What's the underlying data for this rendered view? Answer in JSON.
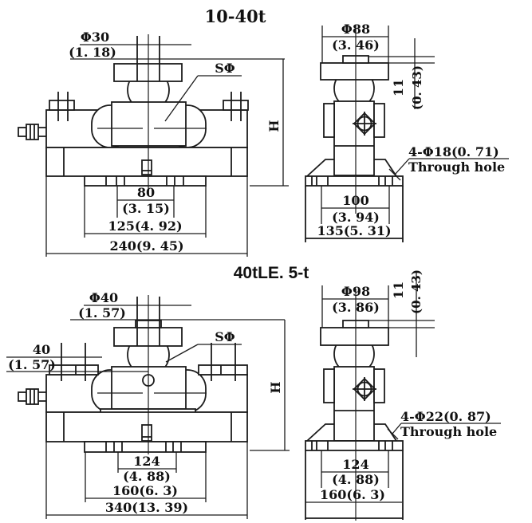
{
  "titles": {
    "top": "10-40t",
    "bottom": "40tLE. 5-t"
  },
  "top_front": {
    "dia": "Φ30",
    "dia_in": "(1. 18)",
    "s_phi": "SΦ",
    "d80": "80",
    "d80_in": "(3. 15)",
    "d125": "125(4. 92)",
    "d240": "240(9. 45)",
    "h": "H"
  },
  "top_side": {
    "dia": "Φ88",
    "dia_in": "(3. 46)",
    "d11": "11",
    "d11_in": "(0. 43)",
    "hole": "4-Φ18(0. 71)",
    "hole2": "Through hole",
    "d100": "100",
    "d100_in": "(3. 94)",
    "d135": "135(5. 31)"
  },
  "bottom_front": {
    "dia": "Φ40",
    "dia_in": "(1. 57)",
    "side": "40",
    "side_in": "(1. 57)",
    "s_phi": "SΦ",
    "d124": "124",
    "d124_in": "(4. 88)",
    "d160": "160(6. 3)",
    "d340": "340(13. 39)",
    "h": "H"
  },
  "bottom_side": {
    "dia": "Φ98",
    "dia_in": "(3. 86)",
    "d11": "11",
    "d11_in": "(0. 43)",
    "hole": "4-Φ22(0. 87)",
    "hole2": "Through hole",
    "d124": "124",
    "d124_in": "(4. 88)",
    "d160": "160(6. 3)"
  }
}
